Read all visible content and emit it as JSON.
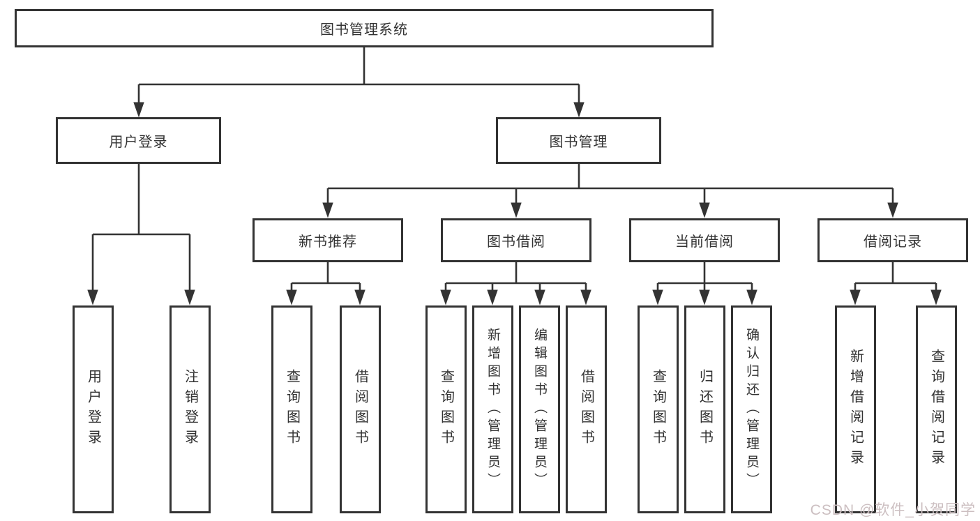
{
  "colors": {
    "line": "#333333",
    "box_border": "#333333",
    "box_bg": "#ffffff",
    "text": "#333333",
    "watermark": "#ccbfc1"
  },
  "watermark": {
    "text": "CSDN @软件_小贺同学"
  },
  "tree": {
    "label": "图书管理系统",
    "children": [
      {
        "label": "用户登录",
        "children": [
          {
            "label": "用户登录"
          },
          {
            "label": "注销登录"
          }
        ]
      },
      {
        "label": "图书管理",
        "children": [
          {
            "label": "新书推荐",
            "children": [
              {
                "label": "查询图书"
              },
              {
                "label": "借阅图书"
              }
            ]
          },
          {
            "label": "图书借阅",
            "children": [
              {
                "label": "查询图书"
              },
              {
                "label": "新增图书（管理员）"
              },
              {
                "label": "编辑图书（管理员）"
              },
              {
                "label": "借阅图书"
              }
            ]
          },
          {
            "label": "当前借阅",
            "children": [
              {
                "label": "查询图书"
              },
              {
                "label": "归还图书"
              },
              {
                "label": "确认归还（管理员）"
              }
            ]
          },
          {
            "label": "借阅记录",
            "children": [
              {
                "label": "新增借阅记录"
              },
              {
                "label": "查询借阅记录"
              }
            ]
          }
        ]
      }
    ]
  }
}
